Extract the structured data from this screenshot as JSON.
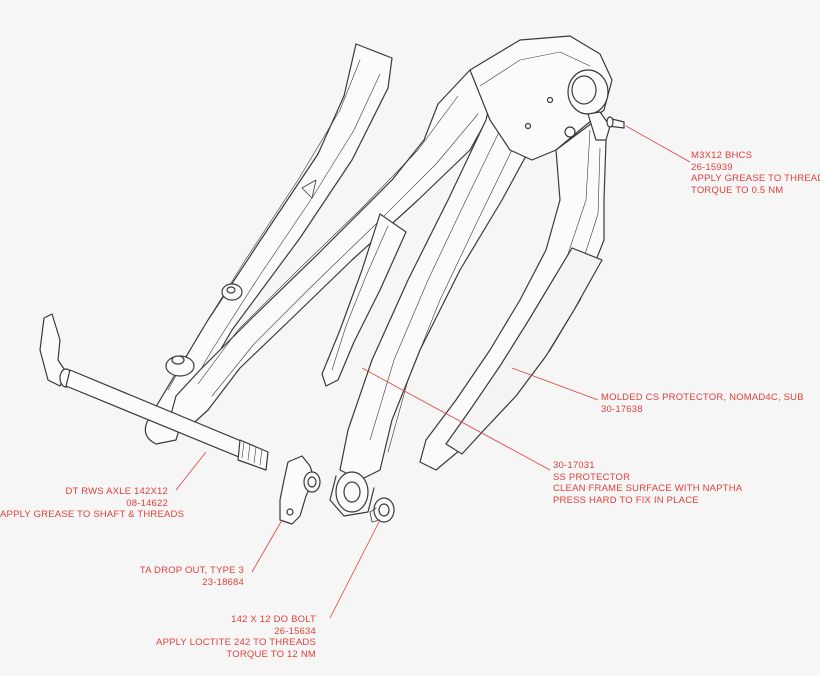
{
  "colors": {
    "background": "#f6f6f6",
    "annotation": "#e0403a",
    "outline": "#3a3a3a",
    "fill": "#fbfbfb"
  },
  "callouts": {
    "bhcs": [
      "M3X12 BHCS",
      "26-15939",
      "APPLY GREASE TO THREADS",
      "TORQUE TO 0.5 NM"
    ],
    "cs_protector": [
      "MOLDED CS PROTECTOR, NOMAD4C, SUB",
      "30-17638"
    ],
    "ss_protector": [
      "30-17031",
      "SS PROTECTOR",
      "CLEAN FRAME SURFACE WITH NAPTHA",
      "PRESS HARD TO FIX IN PLACE"
    ],
    "axle": [
      "DT RWS AXLE 142X12",
      "08-14622",
      "APPLY GREASE TO SHAFT & THREADS"
    ],
    "dropout": [
      "TA DROP OUT, TYPE 3",
      "23-18684"
    ],
    "do_bolt": [
      "142 X 12 DO BOLT",
      "26-15634",
      "APPLY LOCTITE 242 TO THREADS",
      "TORQUE TO 12 NM"
    ]
  }
}
